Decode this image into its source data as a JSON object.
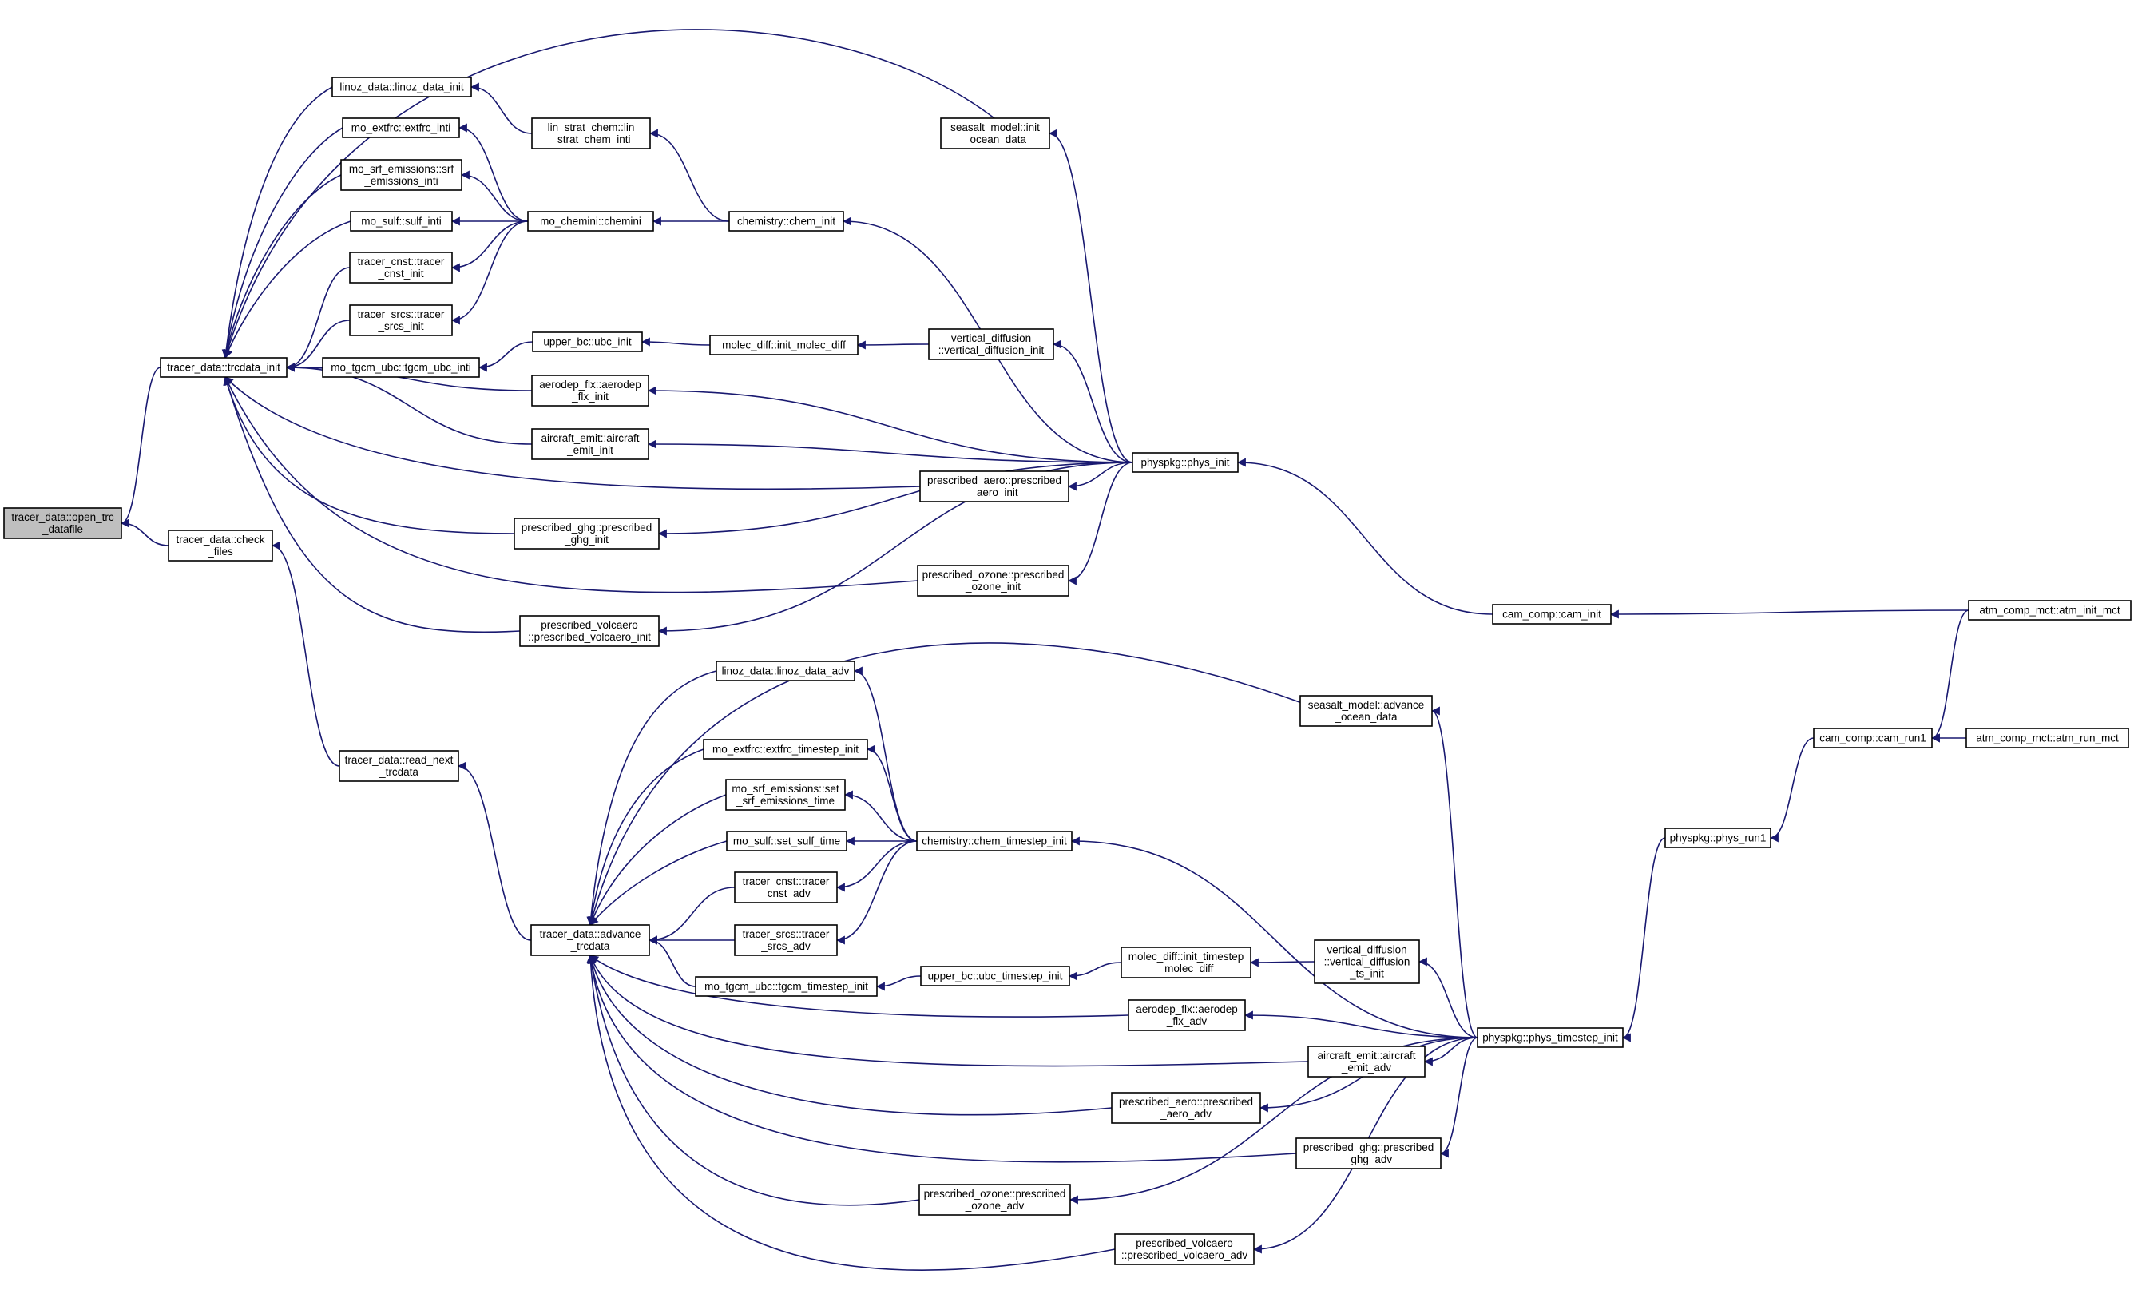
{
  "colors": {
    "edge": "#191970",
    "node_fill": "#ffffff",
    "highlight_fill": "#bfbfbf",
    "border": "#000000"
  },
  "nodes": {
    "open_trc_datafile": [
      "tracer_data::open_trc",
      "_datafile"
    ],
    "trcdata_init": [
      "tracer_data::trcdata_init"
    ],
    "check_files": [
      "tracer_data::check",
      "_files"
    ],
    "read_next_trcdata": [
      "tracer_data::read_next",
      "_trcdata"
    ],
    "advance_trcdata": [
      "tracer_data::advance",
      "_trcdata"
    ],
    "linoz_data_init": [
      "linoz_data::linoz_data_init"
    ],
    "mo_extfrc_extfrc_inti": [
      "mo_extfrc::extfrc_inti"
    ],
    "mo_srf_emissions_srf_emissions_inti": [
      "mo_srf_emissions::srf",
      "_emissions_inti"
    ],
    "mo_sulf_sulf_inti": [
      "mo_sulf::sulf_inti"
    ],
    "tracer_cnst_init": [
      "tracer_cnst::tracer",
      "_cnst_init"
    ],
    "tracer_srcs_init": [
      "tracer_srcs::tracer",
      "_srcs_init"
    ],
    "mo_tgcm_ubc_tgcm_ubc_inti": [
      "mo_tgcm_ubc::tgcm_ubc_inti"
    ],
    "lin_strat_chem_inti": [
      "lin_strat_chem::lin",
      "_strat_chem_inti"
    ],
    "mo_chemini_chemini": [
      "mo_chemini::chemini"
    ],
    "chemistry_chem_init": [
      "chemistry::chem_init"
    ],
    "seasalt_model_init_ocean_data": [
      "seasalt_model::init",
      "_ocean_data"
    ],
    "upper_bc_ubc_init": [
      "upper_bc::ubc_init"
    ],
    "molec_diff_init_molec_diff": [
      "molec_diff::init_molec_diff"
    ],
    "vertical_diffusion_init": [
      "vertical_diffusion",
      "::vertical_diffusion_init"
    ],
    "aerodep_flx_aerodep_flx_init": [
      "aerodep_flx::aerodep",
      "_flx_init"
    ],
    "aircraft_emit_aircraft_emit_init": [
      "aircraft_emit::aircraft",
      "_emit_init"
    ],
    "prescribed_aero_init": [
      "prescribed_aero::prescribed",
      "_aero_init"
    ],
    "prescribed_ghg_init": [
      "prescribed_ghg::prescribed",
      "_ghg_init"
    ],
    "prescribed_ozone_init": [
      "prescribed_ozone::prescribed",
      "_ozone_init"
    ],
    "prescribed_volcaero_init": [
      "prescribed_volcaero",
      "::prescribed_volcaero_init"
    ],
    "physpkg_phys_init": [
      "physpkg::phys_init"
    ],
    "cam_comp_cam_init": [
      "cam_comp::cam_init"
    ],
    "atm_comp_mct_atm_init_mct": [
      "atm_comp_mct::atm_init_mct"
    ],
    "linoz_data_adv": [
      "linoz_data::linoz_data_adv"
    ],
    "mo_extfrc_timestep_init": [
      "mo_extfrc::extfrc_timestep_init"
    ],
    "mo_srf_emissions_set_time": [
      "mo_srf_emissions::set",
      "_srf_emissions_time"
    ],
    "mo_sulf_set_sulf_time": [
      "mo_sulf::set_sulf_time"
    ],
    "tracer_cnst_adv": [
      "tracer_cnst::tracer",
      "_cnst_adv"
    ],
    "tracer_srcs_adv": [
      "tracer_srcs::tracer",
      "_srcs_adv"
    ],
    "mo_tgcm_ubc_timestep_init": [
      "mo_tgcm_ubc::tgcm_timestep_init"
    ],
    "chemistry_chem_timestep_init": [
      "chemistry::chem_timestep_init"
    ],
    "seasalt_model_advance_ocean_data": [
      "seasalt_model::advance",
      "_ocean_data"
    ],
    "upper_bc_ubc_timestep_init": [
      "upper_bc::ubc_timestep_init"
    ],
    "molec_diff_init_timestep_molec_diff": [
      "molec_diff::init_timestep",
      "_molec_diff"
    ],
    "vertical_diffusion_ts_init": [
      "vertical_diffusion",
      "::vertical_diffusion",
      "_ts_init"
    ],
    "aerodep_flx_adv": [
      "aerodep_flx::aerodep",
      "_flx_adv"
    ],
    "aircraft_emit_adv": [
      "aircraft_emit::aircraft",
      "_emit_adv"
    ],
    "prescribed_aero_adv": [
      "prescribed_aero::prescribed",
      "_aero_adv"
    ],
    "prescribed_ghg_adv": [
      "prescribed_ghg::prescribed",
      "_ghg_adv"
    ],
    "prescribed_ozone_adv": [
      "prescribed_ozone::prescribed",
      "_ozone_adv"
    ],
    "prescribed_volcaero_adv": [
      "prescribed_volcaero",
      "::prescribed_volcaero_adv"
    ],
    "physpkg_phys_timestep_init": [
      "physpkg::phys_timestep_init"
    ],
    "physpkg_phys_run1": [
      "physpkg::phys_run1"
    ],
    "cam_comp_cam_run1": [
      "cam_comp::cam_run1"
    ],
    "atm_comp_mct_atm_run_mct": [
      "atm_comp_mct::atm_run_mct"
    ]
  },
  "highlighted_node": "open_trc_datafile",
  "edges": [
    [
      "trcdata_init",
      "open_trc_datafile"
    ],
    [
      "check_files",
      "open_trc_datafile"
    ],
    [
      "read_next_trcdata",
      "check_files"
    ],
    [
      "advance_trcdata",
      "read_next_trcdata"
    ],
    [
      "linoz_data_init",
      "trcdata_init"
    ],
    [
      "mo_extfrc_extfrc_inti",
      "trcdata_init"
    ],
    [
      "mo_srf_emissions_srf_emissions_inti",
      "trcdata_init"
    ],
    [
      "mo_sulf_sulf_inti",
      "trcdata_init"
    ],
    [
      "tracer_cnst_init",
      "trcdata_init"
    ],
    [
      "tracer_srcs_init",
      "trcdata_init"
    ],
    [
      "mo_tgcm_ubc_tgcm_ubc_inti",
      "trcdata_init"
    ],
    [
      "seasalt_model_init_ocean_data",
      "trcdata_init"
    ],
    [
      "aerodep_flx_aerodep_flx_init",
      "trcdata_init"
    ],
    [
      "aircraft_emit_aircraft_emit_init",
      "trcdata_init"
    ],
    [
      "prescribed_aero_init",
      "trcdata_init"
    ],
    [
      "prescribed_ghg_init",
      "trcdata_init"
    ],
    [
      "prescribed_ozone_init",
      "trcdata_init"
    ],
    [
      "prescribed_volcaero_init",
      "trcdata_init"
    ],
    [
      "lin_strat_chem_inti",
      "linoz_data_init"
    ],
    [
      "mo_chemini_chemini",
      "mo_extfrc_extfrc_inti"
    ],
    [
      "mo_chemini_chemini",
      "mo_srf_emissions_srf_emissions_inti"
    ],
    [
      "mo_chemini_chemini",
      "mo_sulf_sulf_inti"
    ],
    [
      "mo_chemini_chemini",
      "tracer_cnst_init"
    ],
    [
      "mo_chemini_chemini",
      "tracer_srcs_init"
    ],
    [
      "upper_bc_ubc_init",
      "mo_tgcm_ubc_tgcm_ubc_inti"
    ],
    [
      "chemistry_chem_init",
      "lin_strat_chem_inti"
    ],
    [
      "chemistry_chem_init",
      "mo_chemini_chemini"
    ],
    [
      "molec_diff_init_molec_diff",
      "upper_bc_ubc_init"
    ],
    [
      "vertical_diffusion_init",
      "molec_diff_init_molec_diff"
    ],
    [
      "physpkg_phys_init",
      "seasalt_model_init_ocean_data"
    ],
    [
      "physpkg_phys_init",
      "chemistry_chem_init"
    ],
    [
      "physpkg_phys_init",
      "vertical_diffusion_init"
    ],
    [
      "physpkg_phys_init",
      "aerodep_flx_aerodep_flx_init"
    ],
    [
      "physpkg_phys_init",
      "aircraft_emit_aircraft_emit_init"
    ],
    [
      "physpkg_phys_init",
      "prescribed_aero_init"
    ],
    [
      "physpkg_phys_init",
      "prescribed_ghg_init"
    ],
    [
      "physpkg_phys_init",
      "prescribed_ozone_init"
    ],
    [
      "physpkg_phys_init",
      "prescribed_volcaero_init"
    ],
    [
      "cam_comp_cam_init",
      "physpkg_phys_init"
    ],
    [
      "atm_comp_mct_atm_init_mct",
      "cam_comp_cam_init"
    ],
    [
      "linoz_data_adv",
      "advance_trcdata"
    ],
    [
      "mo_extfrc_timestep_init",
      "advance_trcdata"
    ],
    [
      "mo_srf_emissions_set_time",
      "advance_trcdata"
    ],
    [
      "mo_sulf_set_sulf_time",
      "advance_trcdata"
    ],
    [
      "tracer_cnst_adv",
      "advance_trcdata"
    ],
    [
      "tracer_srcs_adv",
      "advance_trcdata"
    ],
    [
      "mo_tgcm_ubc_timestep_init",
      "advance_trcdata"
    ],
    [
      "seasalt_model_advance_ocean_data",
      "advance_trcdata"
    ],
    [
      "aerodep_flx_adv",
      "advance_trcdata"
    ],
    [
      "aircraft_emit_adv",
      "advance_trcdata"
    ],
    [
      "prescribed_aero_adv",
      "advance_trcdata"
    ],
    [
      "prescribed_ghg_adv",
      "advance_trcdata"
    ],
    [
      "prescribed_ozone_adv",
      "advance_trcdata"
    ],
    [
      "prescribed_volcaero_adv",
      "advance_trcdata"
    ],
    [
      "chemistry_chem_timestep_init",
      "linoz_data_adv"
    ],
    [
      "chemistry_chem_timestep_init",
      "mo_extfrc_timestep_init"
    ],
    [
      "chemistry_chem_timestep_init",
      "mo_srf_emissions_set_time"
    ],
    [
      "chemistry_chem_timestep_init",
      "mo_sulf_set_sulf_time"
    ],
    [
      "chemistry_chem_timestep_init",
      "tracer_cnst_adv"
    ],
    [
      "chemistry_chem_timestep_init",
      "tracer_srcs_adv"
    ],
    [
      "upper_bc_ubc_timestep_init",
      "mo_tgcm_ubc_timestep_init"
    ],
    [
      "molec_diff_init_timestep_molec_diff",
      "upper_bc_ubc_timestep_init"
    ],
    [
      "vertical_diffusion_ts_init",
      "molec_diff_init_timestep_molec_diff"
    ],
    [
      "physpkg_phys_timestep_init",
      "chemistry_chem_timestep_init"
    ],
    [
      "physpkg_phys_timestep_init",
      "seasalt_model_advance_ocean_data"
    ],
    [
      "physpkg_phys_timestep_init",
      "vertical_diffusion_ts_init"
    ],
    [
      "physpkg_phys_timestep_init",
      "aerodep_flx_adv"
    ],
    [
      "physpkg_phys_timestep_init",
      "aircraft_emit_adv"
    ],
    [
      "physpkg_phys_timestep_init",
      "prescribed_aero_adv"
    ],
    [
      "physpkg_phys_timestep_init",
      "prescribed_ghg_adv"
    ],
    [
      "physpkg_phys_timestep_init",
      "prescribed_ozone_adv"
    ],
    [
      "physpkg_phys_timestep_init",
      "prescribed_volcaero_adv"
    ],
    [
      "physpkg_phys_run1",
      "physpkg_phys_timestep_init"
    ],
    [
      "cam_comp_cam_run1",
      "physpkg_phys_run1"
    ],
    [
      "atm_comp_mct_atm_init_mct",
      "cam_comp_cam_run1"
    ],
    [
      "atm_comp_mct_atm_run_mct",
      "cam_comp_cam_run1"
    ]
  ]
}
